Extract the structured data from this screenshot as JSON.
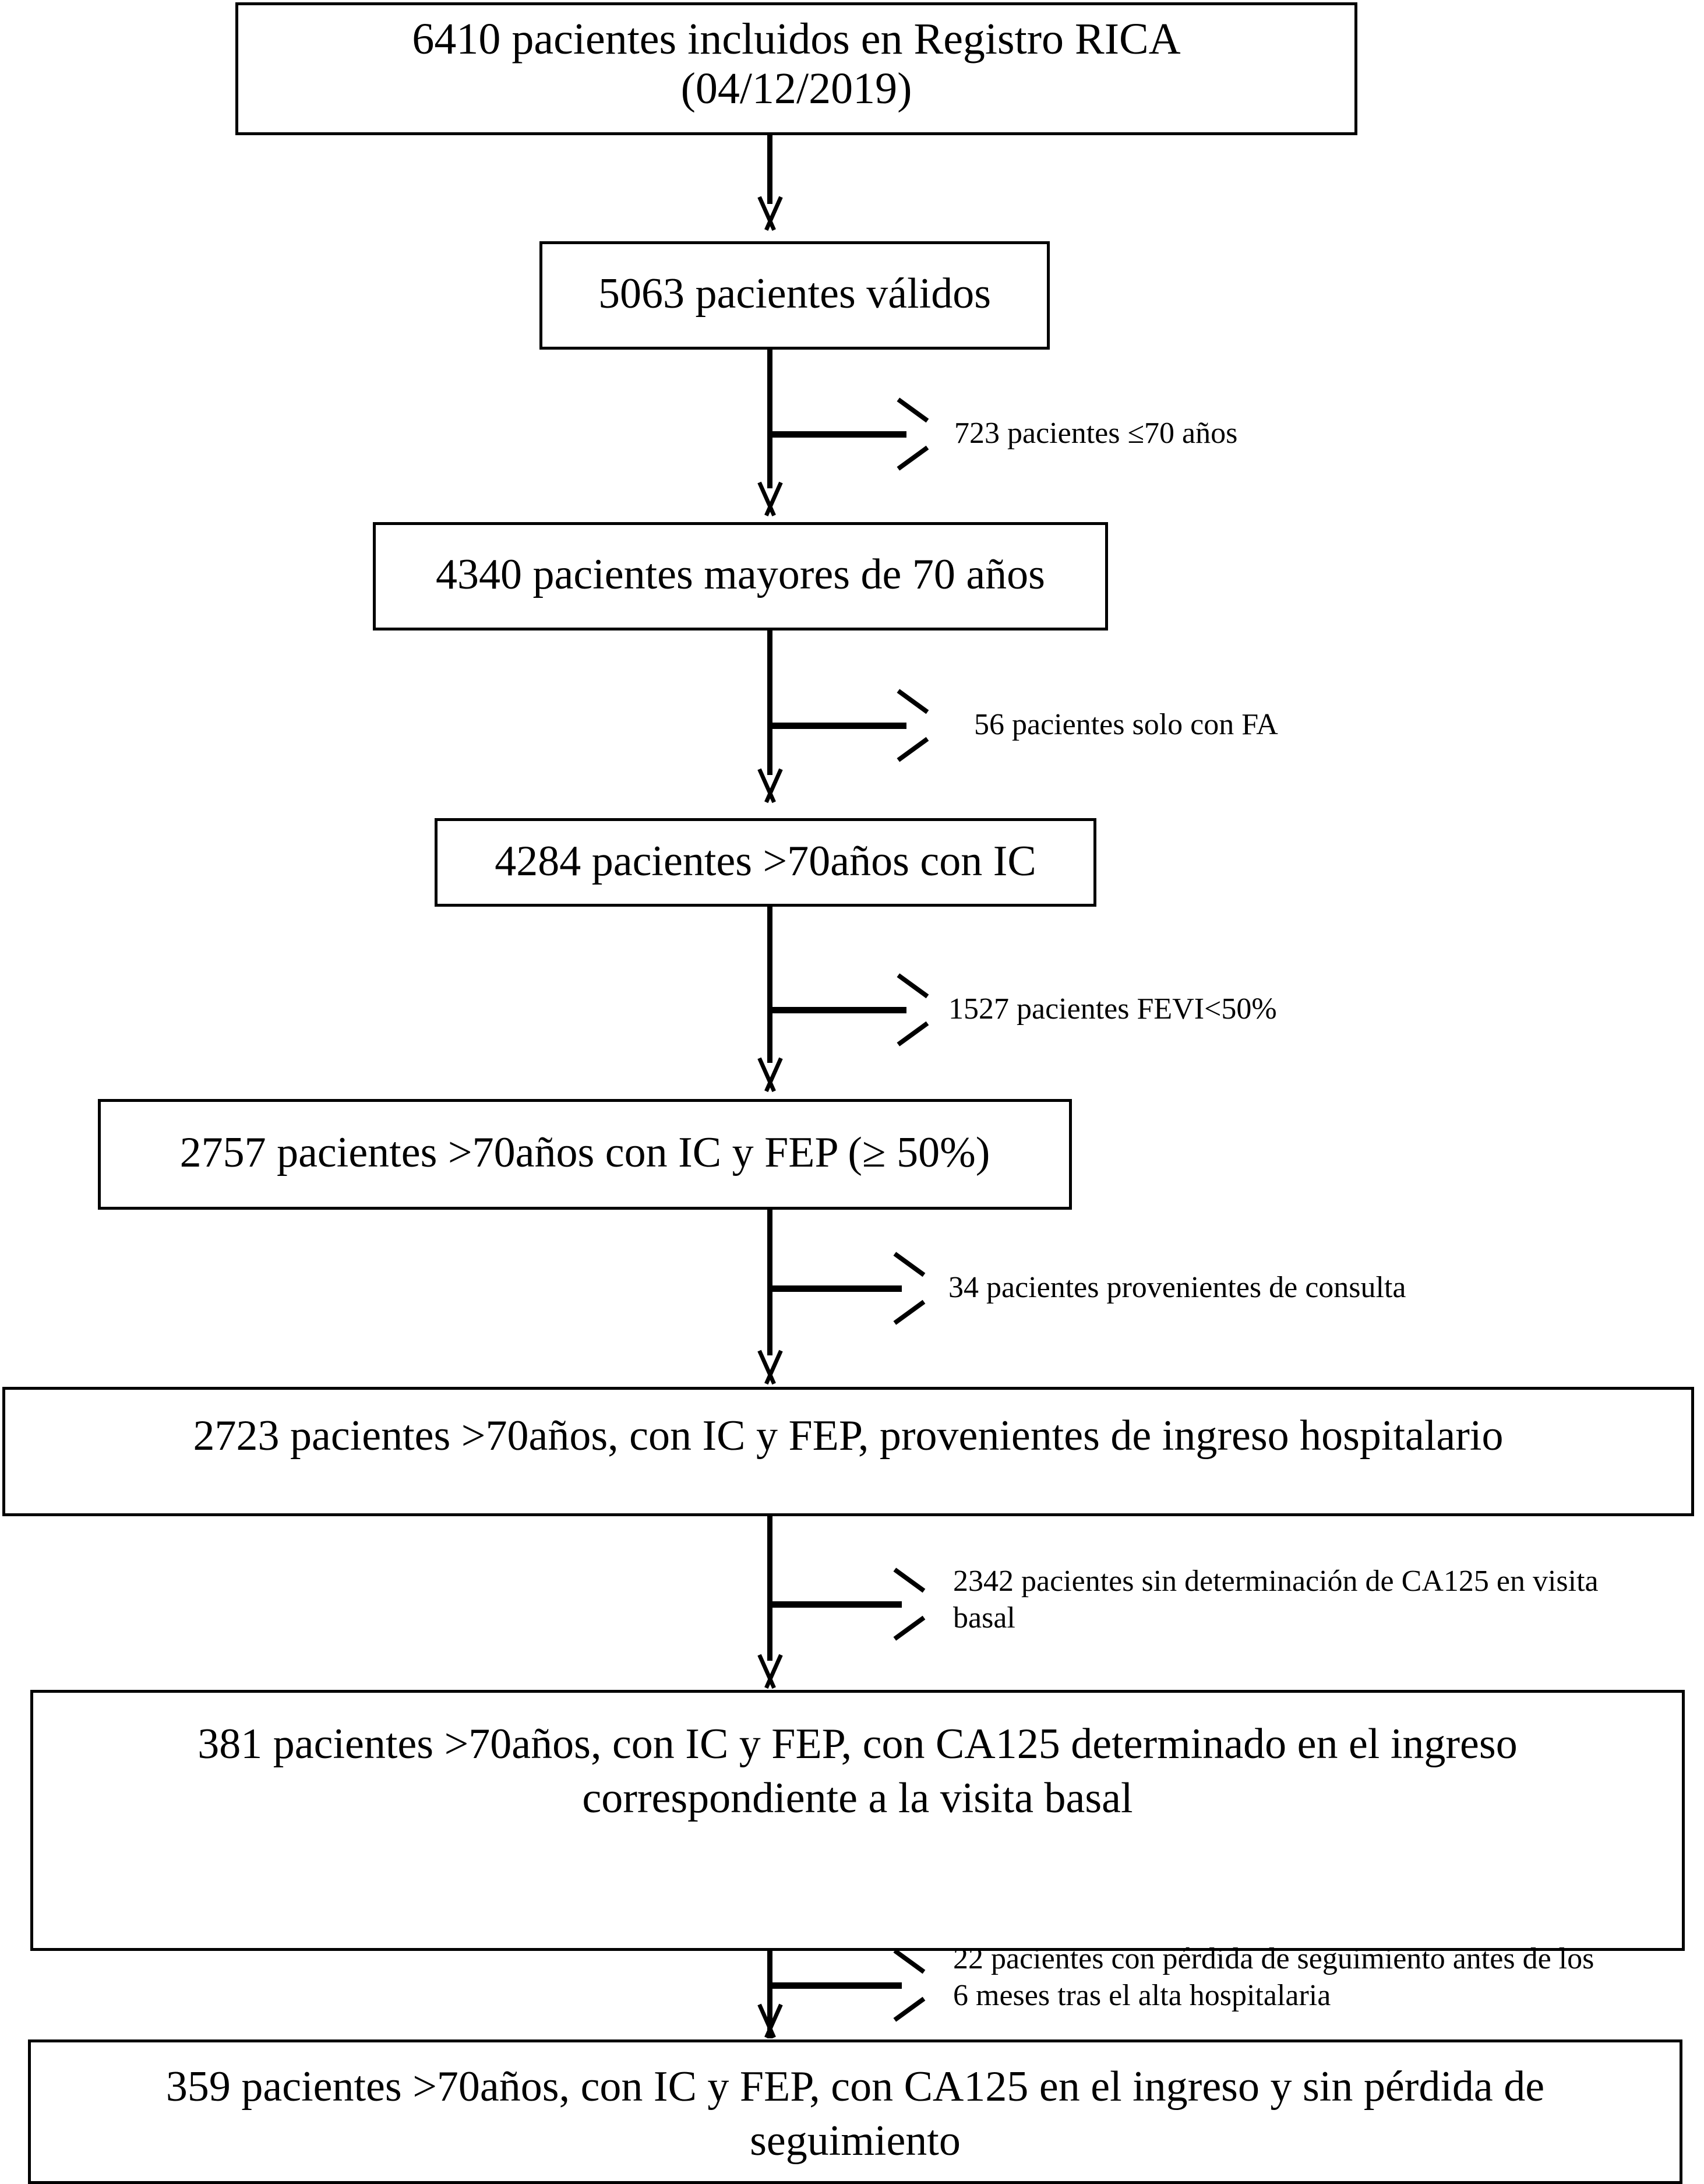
{
  "figure": {
    "type": "patient-selection-flowchart",
    "language": "es",
    "colors": {
      "stroke": "#000000",
      "background": "#ffffff",
      "text": "#000000"
    }
  },
  "chart_data": {
    "type": "flowchart",
    "title": "Diagrama de flujo de seleccion de pacientes",
    "nodes": [
      {
        "id": "n1",
        "count": 6410,
        "label": "6410 pacientes incluidos en Registro RICA\n(04/12/2019)"
      },
      {
        "id": "n2",
        "count": 5063,
        "label": "5063 pacientes válidos"
      },
      {
        "id": "n3",
        "count": 4340,
        "label": "4340 pacientes mayores de 70 años"
      },
      {
        "id": "n4",
        "count": 4284,
        "label": "4284 pacientes >70años con IC"
      },
      {
        "id": "n5",
        "count": 2757,
        "label": "2757 pacientes >70años con IC y FEP (≥ 50%)"
      },
      {
        "id": "n6",
        "count": 2723,
        "label": "2723 pacientes >70años, con IC y FEP, provenientes de ingreso hospitalario"
      },
      {
        "id": "n7",
        "count": 381,
        "label": "381 pacientes >70años, con IC y FEP, con CA125 determinado en el ingreso\ncorrespondiente a la visita basal"
      },
      {
        "id": "n8",
        "count": 359,
        "label": "359 pacientes >70años, con IC y FEP, con CA125 en el ingreso y sin pérdida de\nseguimiento"
      }
    ],
    "exclusions": [
      {
        "id": "e1",
        "from": "n2",
        "count": 723,
        "label": "723 pacientes ≤70 años"
      },
      {
        "id": "e2",
        "from": "n3",
        "count": 56,
        "label": "56 pacientes solo con FA"
      },
      {
        "id": "e3",
        "from": "n4",
        "count": 1527,
        "label": "1527 pacientes FEVI<50%"
      },
      {
        "id": "e4",
        "from": "n5",
        "count": 34,
        "label": "34 pacientes provenientes de consulta"
      },
      {
        "id": "e5",
        "from": "n6",
        "count": 2342,
        "label": "2342 pacientes sin determinación de CA125 en visita\nbasal"
      },
      {
        "id": "e6",
        "from": "n7",
        "count": 22,
        "label": "22 pacientes con pérdida de seguimiento antes de los\n6 meses tras el alta hospitalaria"
      }
    ]
  },
  "boxes": {
    "box1": "6410 pacientes incluidos en Registro RICA\n(04/12/2019)",
    "box2": "5063 pacientes válidos",
    "box3": "4340 pacientes mayores de 70 años",
    "box4": "4284 pacientes >70años con IC",
    "box5": "2757 pacientes >70años con IC y FEP (≥ 50%)",
    "box6": "2723 pacientes >70años, con IC y FEP, provenientes de ingreso hospitalario",
    "box7": "381 pacientes >70años, con IC y FEP, con CA125 determinado en el ingreso\ncorrespondiente a la visita basal",
    "box8": "359 pacientes >70años, con IC y FEP, con CA125 en el ingreso y sin pérdida de\nseguimiento"
  },
  "side_labels": {
    "label1": "723 pacientes ≤70 años",
    "label2": "56 pacientes solo con FA",
    "label3": "1527 pacientes FEVI<50%",
    "label4": "34 pacientes provenientes de consulta",
    "label5": "2342 pacientes sin determinación de CA125 en visita\nbasal",
    "label6": "22 pacientes con pérdida de seguimiento antes de los\n6 meses tras el alta hospitalaria"
  }
}
